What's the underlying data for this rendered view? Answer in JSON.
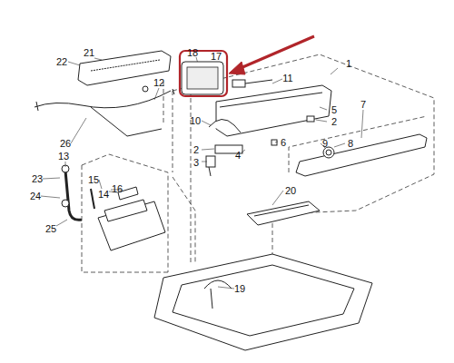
{
  "diagram": {
    "labels": [
      "1",
      "2",
      "2",
      "3",
      "4",
      "5",
      "6",
      "7",
      "8",
      "9",
      "10",
      "11",
      "12",
      "13",
      "14",
      "15",
      "16",
      "17",
      "18",
      "19",
      "20",
      "21",
      "22",
      "23",
      "24",
      "25",
      "26"
    ]
  }
}
